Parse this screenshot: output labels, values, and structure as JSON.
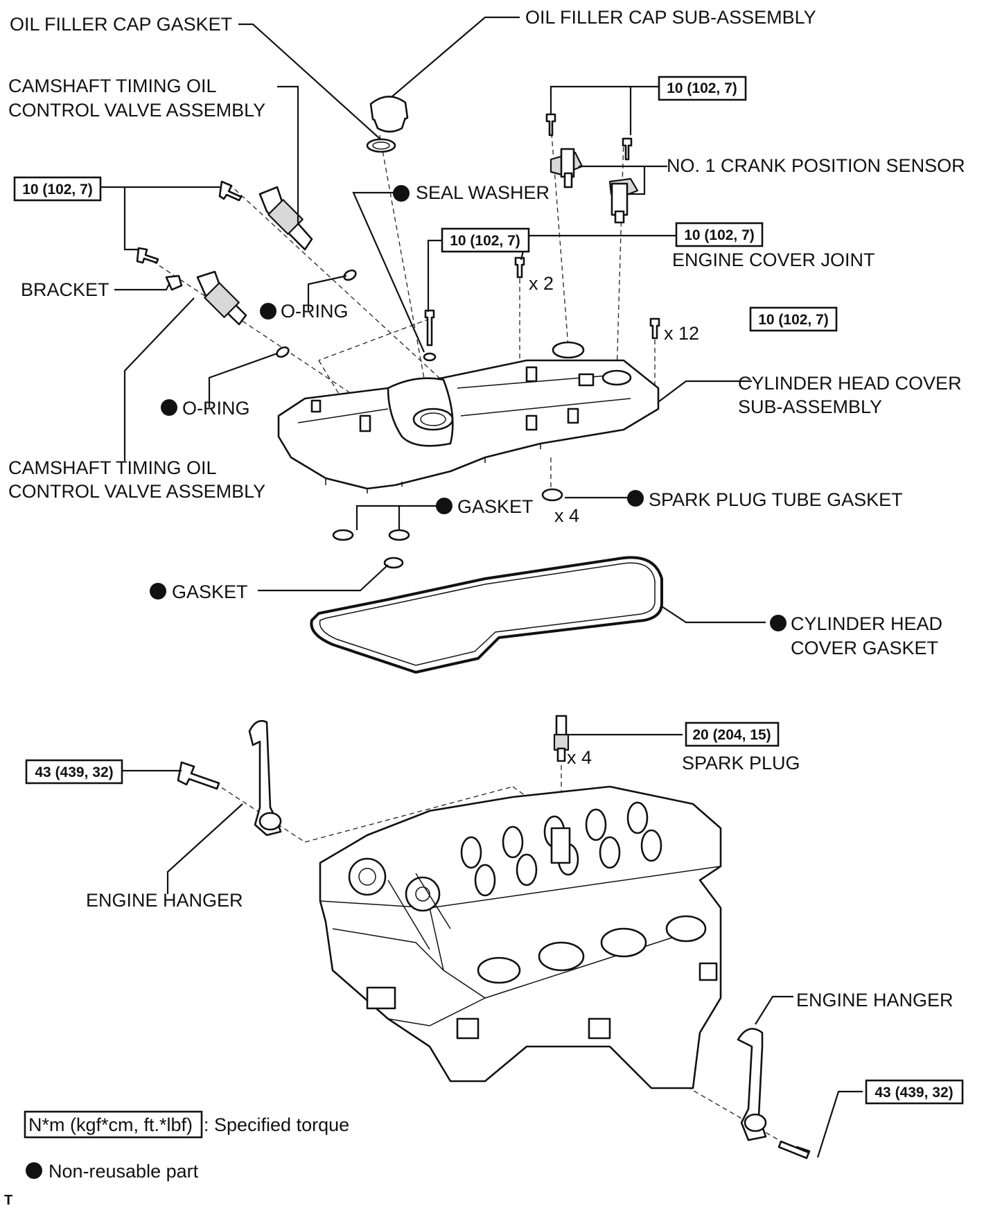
{
  "labels": {
    "oil_filler_cap_gasket": "OIL FILLER CAP GASKET",
    "oil_filler_cap_sub_assembly": "OIL FILLER CAP SUB-ASSEMBLY",
    "camshaft_ocv_top_line1": "CAMSHAFT TIMING OIL",
    "camshaft_ocv_top_line2": "CONTROL VALVE ASSEMBLY",
    "crank_position_sensor": "NO. 1 CRANK POSITION SENSOR",
    "seal_washer": "SEAL WASHER",
    "engine_cover_joint": "ENGINE COVER JOINT",
    "bracket": "BRACKET",
    "o_ring_upper": "O-RING",
    "o_ring_lower": "O-RING",
    "cylinder_head_cover_line1": "CYLINDER HEAD COVER",
    "cylinder_head_cover_line2": "SUB-ASSEMBLY",
    "camshaft_ocv_bottom_line1": "CAMSHAFT TIMING OIL",
    "camshaft_ocv_bottom_line2": "CONTROL VALVE ASSEMBLY",
    "gasket_upper": "GASKET",
    "spark_plug_tube_gasket": "SPARK PLUG TUBE GASKET",
    "gasket_lower": "GASKET",
    "cylinder_head_cover_gasket_line1": "CYLINDER HEAD",
    "cylinder_head_cover_gasket_line2": "COVER GASKET",
    "spark_plug": "SPARK PLUG",
    "engine_hanger_left": "ENGINE HANGER",
    "engine_hanger_right": "ENGINE HANGER"
  },
  "torques": {
    "crank_sensor_bolts": "10 (102, 7)",
    "ocv_bolts": "10 (102, 7)",
    "seal_washer_bolt": "10 (102, 7)",
    "engine_cover_joint": "10 (102, 7)",
    "cover_bolts": "10 (102, 7)",
    "spark_plug": "20 (204, 15)",
    "hanger_left_bolt": "43 (439, 32)",
    "hanger_right_bolt": "43 (439, 32)"
  },
  "quantities": {
    "engine_cover_joint": "x 2",
    "cover_bolts": "x 12",
    "spark_plug_tube_gasket": "x 4",
    "spark_plug": "x 4"
  },
  "legend": {
    "torque_box": "N*m (kgf*cm, ft.*lbf)",
    "torque_text": ": Specified torque",
    "non_reusable": "Non-reusable part"
  },
  "corner_mark": "T"
}
